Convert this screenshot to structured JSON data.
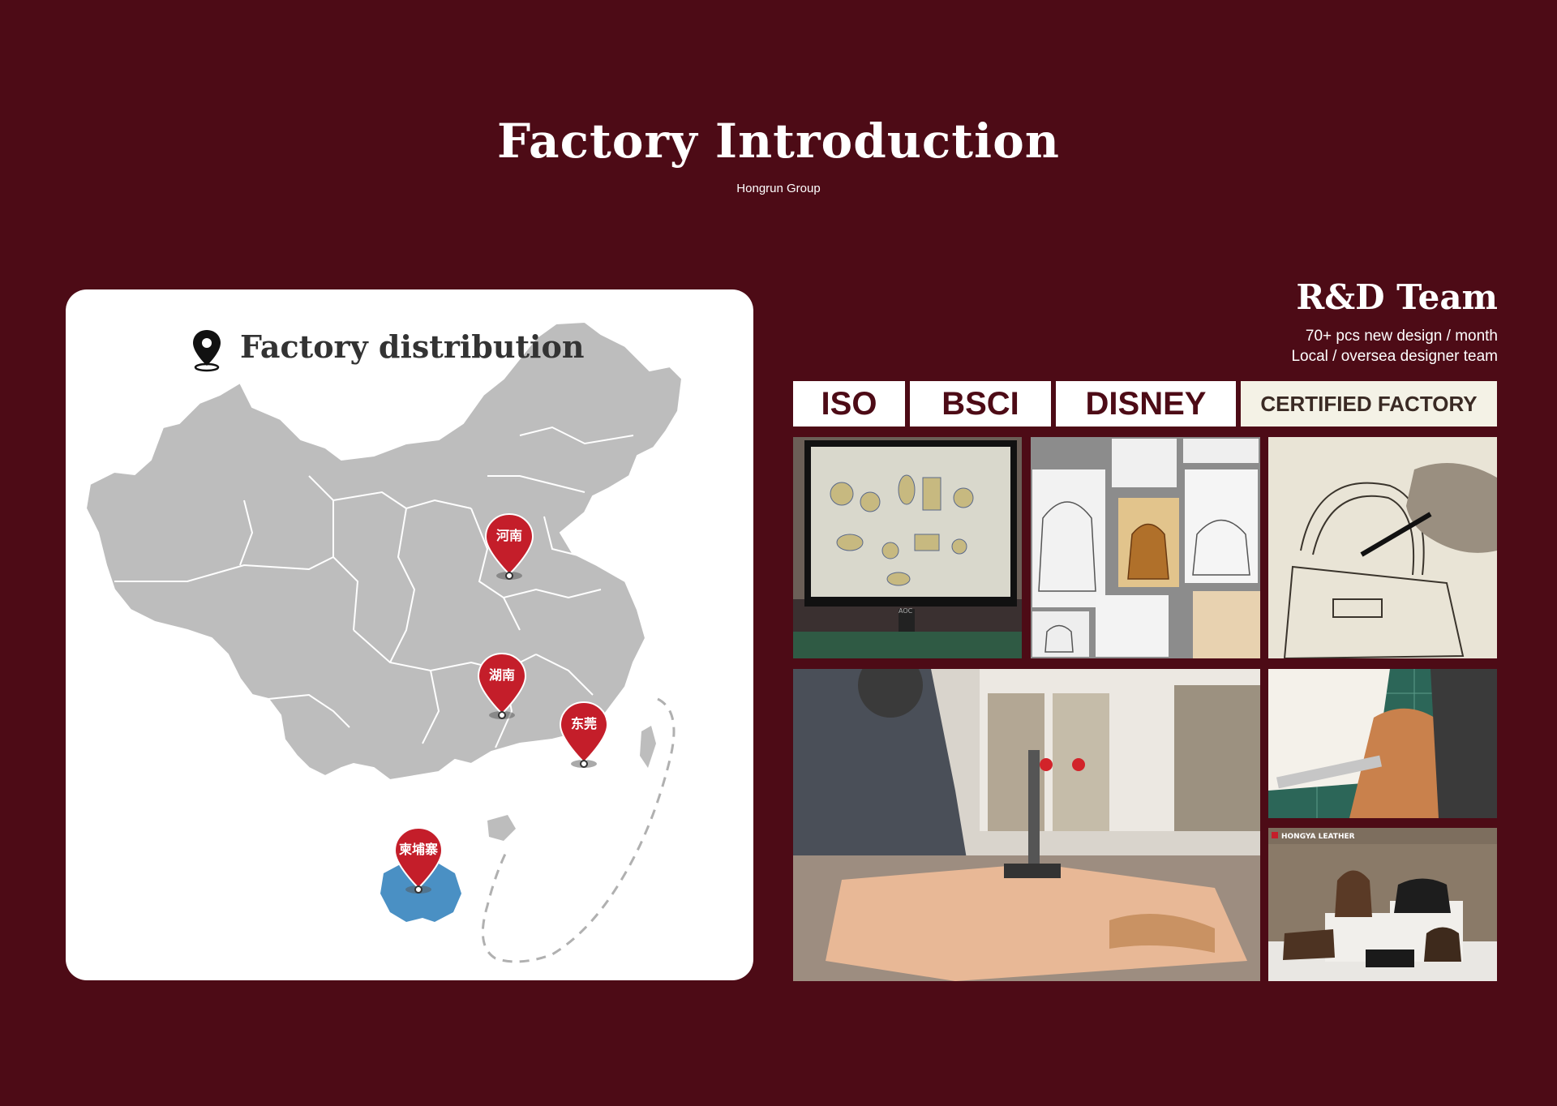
{
  "header": {
    "title": "Factory Introduction",
    "subtitle": "Hongrun Group"
  },
  "map_panel": {
    "title": "Factory distribution",
    "icon": "location-pin-icon",
    "markers": [
      {
        "label": "河南"
      },
      {
        "label": "湖南"
      },
      {
        "label": "东莞"
      },
      {
        "label": "柬埔寨"
      }
    ]
  },
  "rd": {
    "title": "R&D Team",
    "line1": "70+ pcs new design / month",
    "line2": "Local / oversea designer team",
    "certs": [
      "ISO",
      "BSCI",
      "DISNEY",
      "CERTIFIED FACTORY"
    ],
    "monitor_brand": "AOC",
    "brand_label": "HONGYA LEATHER"
  },
  "colors": {
    "background": "#4d0b16",
    "marker": "#c41e2a",
    "map_gray": "#bdbdbd",
    "cambodia": "#4a90c4"
  }
}
